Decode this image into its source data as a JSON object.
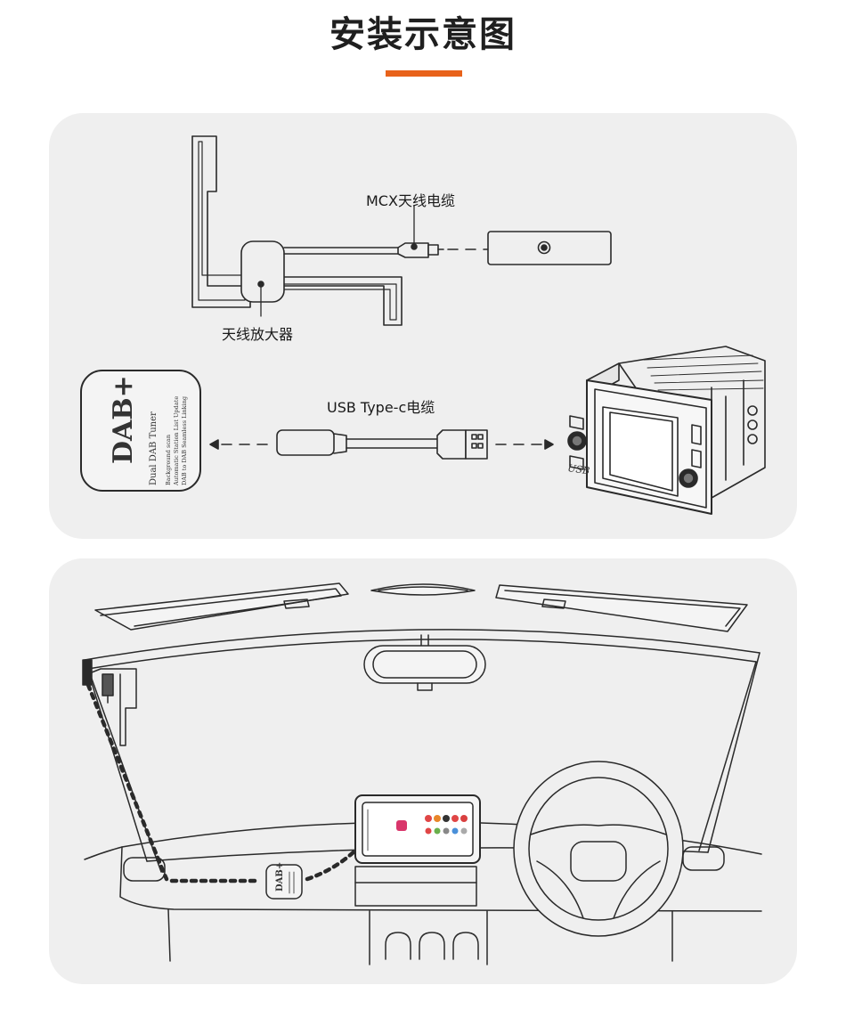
{
  "page": {
    "title": "安装示意图",
    "accent_color": "#e8621a"
  },
  "diagram_top": {
    "label_mcx_cable": "MCX天线电缆",
    "label_amplifier": "天线放大器",
    "label_usb_cable": "USB Type-c电缆",
    "module": {
      "logo_text": "DAB+",
      "title": "Dual DAB Tuner",
      "features": [
        "Background scan",
        "Automatic Station List Update",
        "DAB to DAB Seamless Linking"
      ]
    },
    "head_unit_text": "USB"
  },
  "diagram_bottom": {
    "module_logo_text": "DAB+"
  }
}
